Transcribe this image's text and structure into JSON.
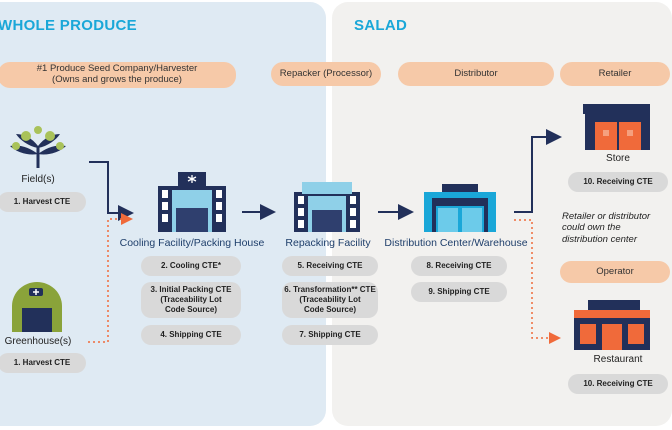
{
  "sections": {
    "whole_produce": "WHOLE PRODUCE",
    "salad": "SALAD"
  },
  "headers": {
    "harvester_line1": "#1 Produce Seed Company/Harvester",
    "harvester_line2": "(Owns and grows the produce)",
    "repacker": "Repacker (Processor)",
    "distributor": "Distributor",
    "retailer": "Retailer",
    "operator": "Operator"
  },
  "nodes": {
    "fields": "Field(s)",
    "greenhouse": "Greenhouse(s)",
    "cooling": "Cooling Facility/Packing House",
    "repacking": "Repacking Facility",
    "distribution": "Distribution Center/Warehouse",
    "store": "Store",
    "restaurant": "Restaurant"
  },
  "ctes": {
    "harvest_field": "1. Harvest CTE",
    "harvest_greenhouse": "1. Harvest CTE",
    "cooling": "2. Cooling CTE*",
    "packing_line1": "3. Initial Packing CTE",
    "packing_line2": "(Traceability Lot",
    "packing_line3": "Code Source)",
    "shipping_cooling": "4. Shipping CTE",
    "receiving_repack": "5. Receiving CTE",
    "transformation_line1": "6. Transformation** CTE",
    "transformation_line2": "(Traceability Lot",
    "transformation_line3": "Code Source)",
    "shipping_repack": "7. Shipping CTE",
    "receiving_dist": "8. Receiving CTE",
    "shipping_dist": "9. Shipping CTE",
    "receiving_store": "10. Receiving CTE",
    "receiving_restaurant": "10. Receiving CTE"
  },
  "note": {
    "line1": "Retailer or distributor",
    "line2": "could own the",
    "line3": "distribution center"
  },
  "colors": {
    "navy": "#22305a",
    "teal": "#1aa7d8",
    "orange": "#f06a3a",
    "olive": "#8aa33a"
  }
}
